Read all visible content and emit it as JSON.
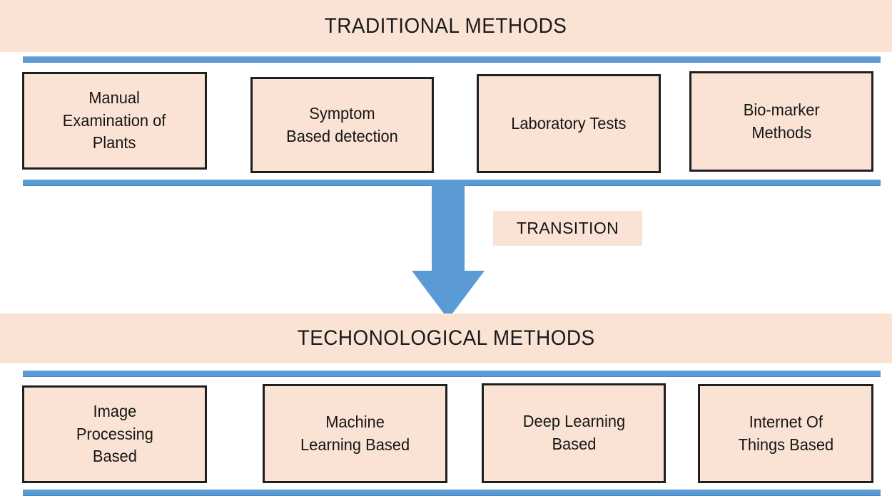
{
  "diagram": {
    "title_traditional": "TRADITIONAL METHODS",
    "title_technological": "TECHONOLOGICAL METHODS",
    "transition_label": "TRANSITION",
    "colors": {
      "panel_peach": "#FAE3D4",
      "rule_blue": "#5B9BD5",
      "arrow_blue": "#5B9BD5",
      "box_border": "#1F1F1F",
      "text": "#151515"
    },
    "traditional_methods": [
      {
        "label": "Manual\nExamination of\nPlants"
      },
      {
        "label": "Symptom\nBased detection"
      },
      {
        "label": "Laboratory Tests"
      },
      {
        "label": "Bio-marker\nMethods"
      }
    ],
    "technological_methods": [
      {
        "label": "Image\nProcessing\nBased"
      },
      {
        "label": "Machine\nLearning Based"
      },
      {
        "label": "Deep Learning\nBased"
      },
      {
        "label": "Internet Of\nThings Based"
      }
    ]
  }
}
